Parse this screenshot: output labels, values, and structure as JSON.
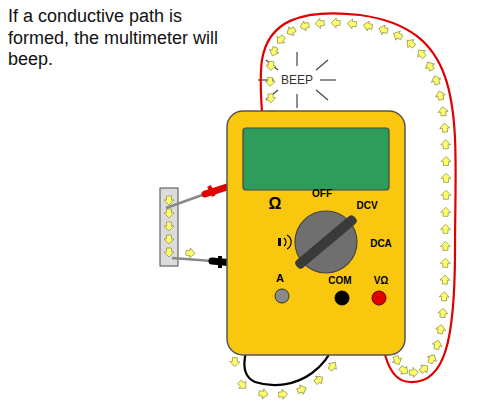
{
  "diagram": {
    "nodes": [
      {
        "text": [
          "Ω",
          "OFF",
          "DCV",
          "DCA",
          "A",
          "COM",
          "VΩ"
        ]
      }
    ],
    "labels": [
      "If a conductive path is formed, the multimeter will beep.",
      "BEEP"
    ]
  }
}
